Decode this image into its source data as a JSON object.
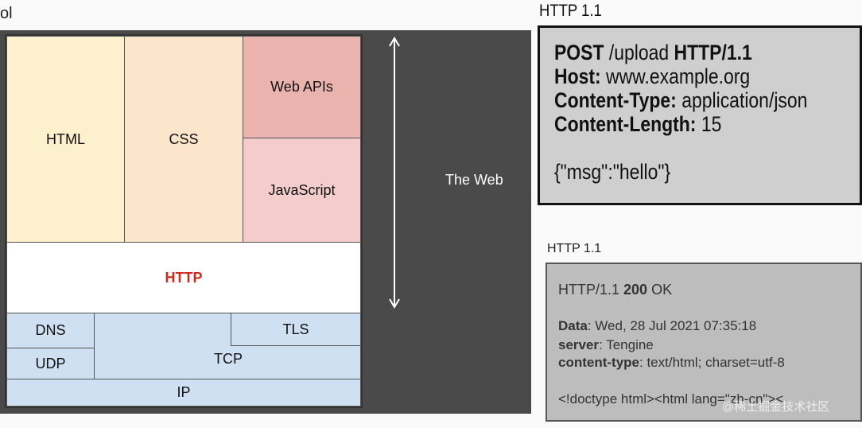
{
  "top_left_fragment": "ol",
  "stack": {
    "html": "HTML",
    "css": "CSS",
    "web_apis": "Web APIs",
    "javascript": "JavaScript",
    "http": "HTTP",
    "dns": "DNS",
    "udp": "UDP",
    "tcp": "TCP",
    "tls": "TLS",
    "ip": "IP",
    "web_label": "The Web"
  },
  "colors": {
    "html": "#fdf0cd",
    "css": "#fbe6cc",
    "web_apis": "#ebb3ad",
    "javascript": "#f4cccc",
    "http_text": "#cc2a1f",
    "transport": "#cfe0f2"
  },
  "request": {
    "title": "HTTP 1.1",
    "method": "POST",
    "path": " /upload ",
    "version": "HTTP/1.1",
    "host_key": "Host:",
    "host_val": " www.example.org",
    "ctype_key": "Content-Type:",
    "ctype_val": " application/json",
    "clen_key": "Content-Length:",
    "clen_val": " 15",
    "body": "{\"msg\":\"hello\"}"
  },
  "response": {
    "title": "HTTP 1.1",
    "status_prefix": "HTTP/1.1 ",
    "status_code": "200",
    "status_text": " OK",
    "date_key": "Data",
    "date_val": ": Wed, 28 Jul 2021 07:35:18",
    "server_key": "server",
    "server_val": ": Tengine",
    "ctype_key": "content-type",
    "ctype_val": ": text/html; charset=utf-8",
    "body": "<!doctype html><html lang=\"zh-cn\"><",
    "watermark": "@稀土掘金技术社区"
  }
}
